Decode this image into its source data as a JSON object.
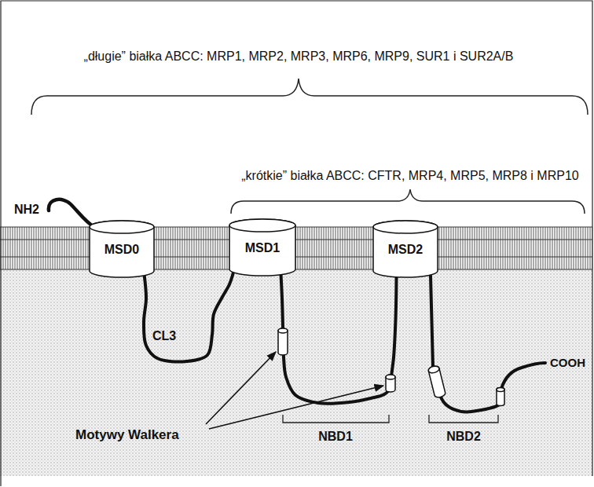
{
  "diagram": {
    "nodes": [
      {
        "text": [
          "MSD0"
        ]
      },
      {
        "text": [
          "MSD1"
        ]
      },
      {
        "text": [
          "MSD2"
        ]
      }
    ],
    "edges": [
      {
        "from": 0,
        "to": 1,
        "arrow": "none"
      },
      {
        "from": 1,
        "to": 2,
        "arrow": "none"
      }
    ],
    "labels": [
      "„długie” białka ABCC: MRP1, MRP2, MRP3, MRP6, MRP9, SUR1 i SUR2A/B",
      "„krótkie” białka ABCC: CFTR, MRP4, MRP5, MRP8 i MRP10",
      "NH2",
      "CL3",
      "Motywy Walkera",
      "NBD1",
      "NBD2",
      "COOH"
    ]
  }
}
